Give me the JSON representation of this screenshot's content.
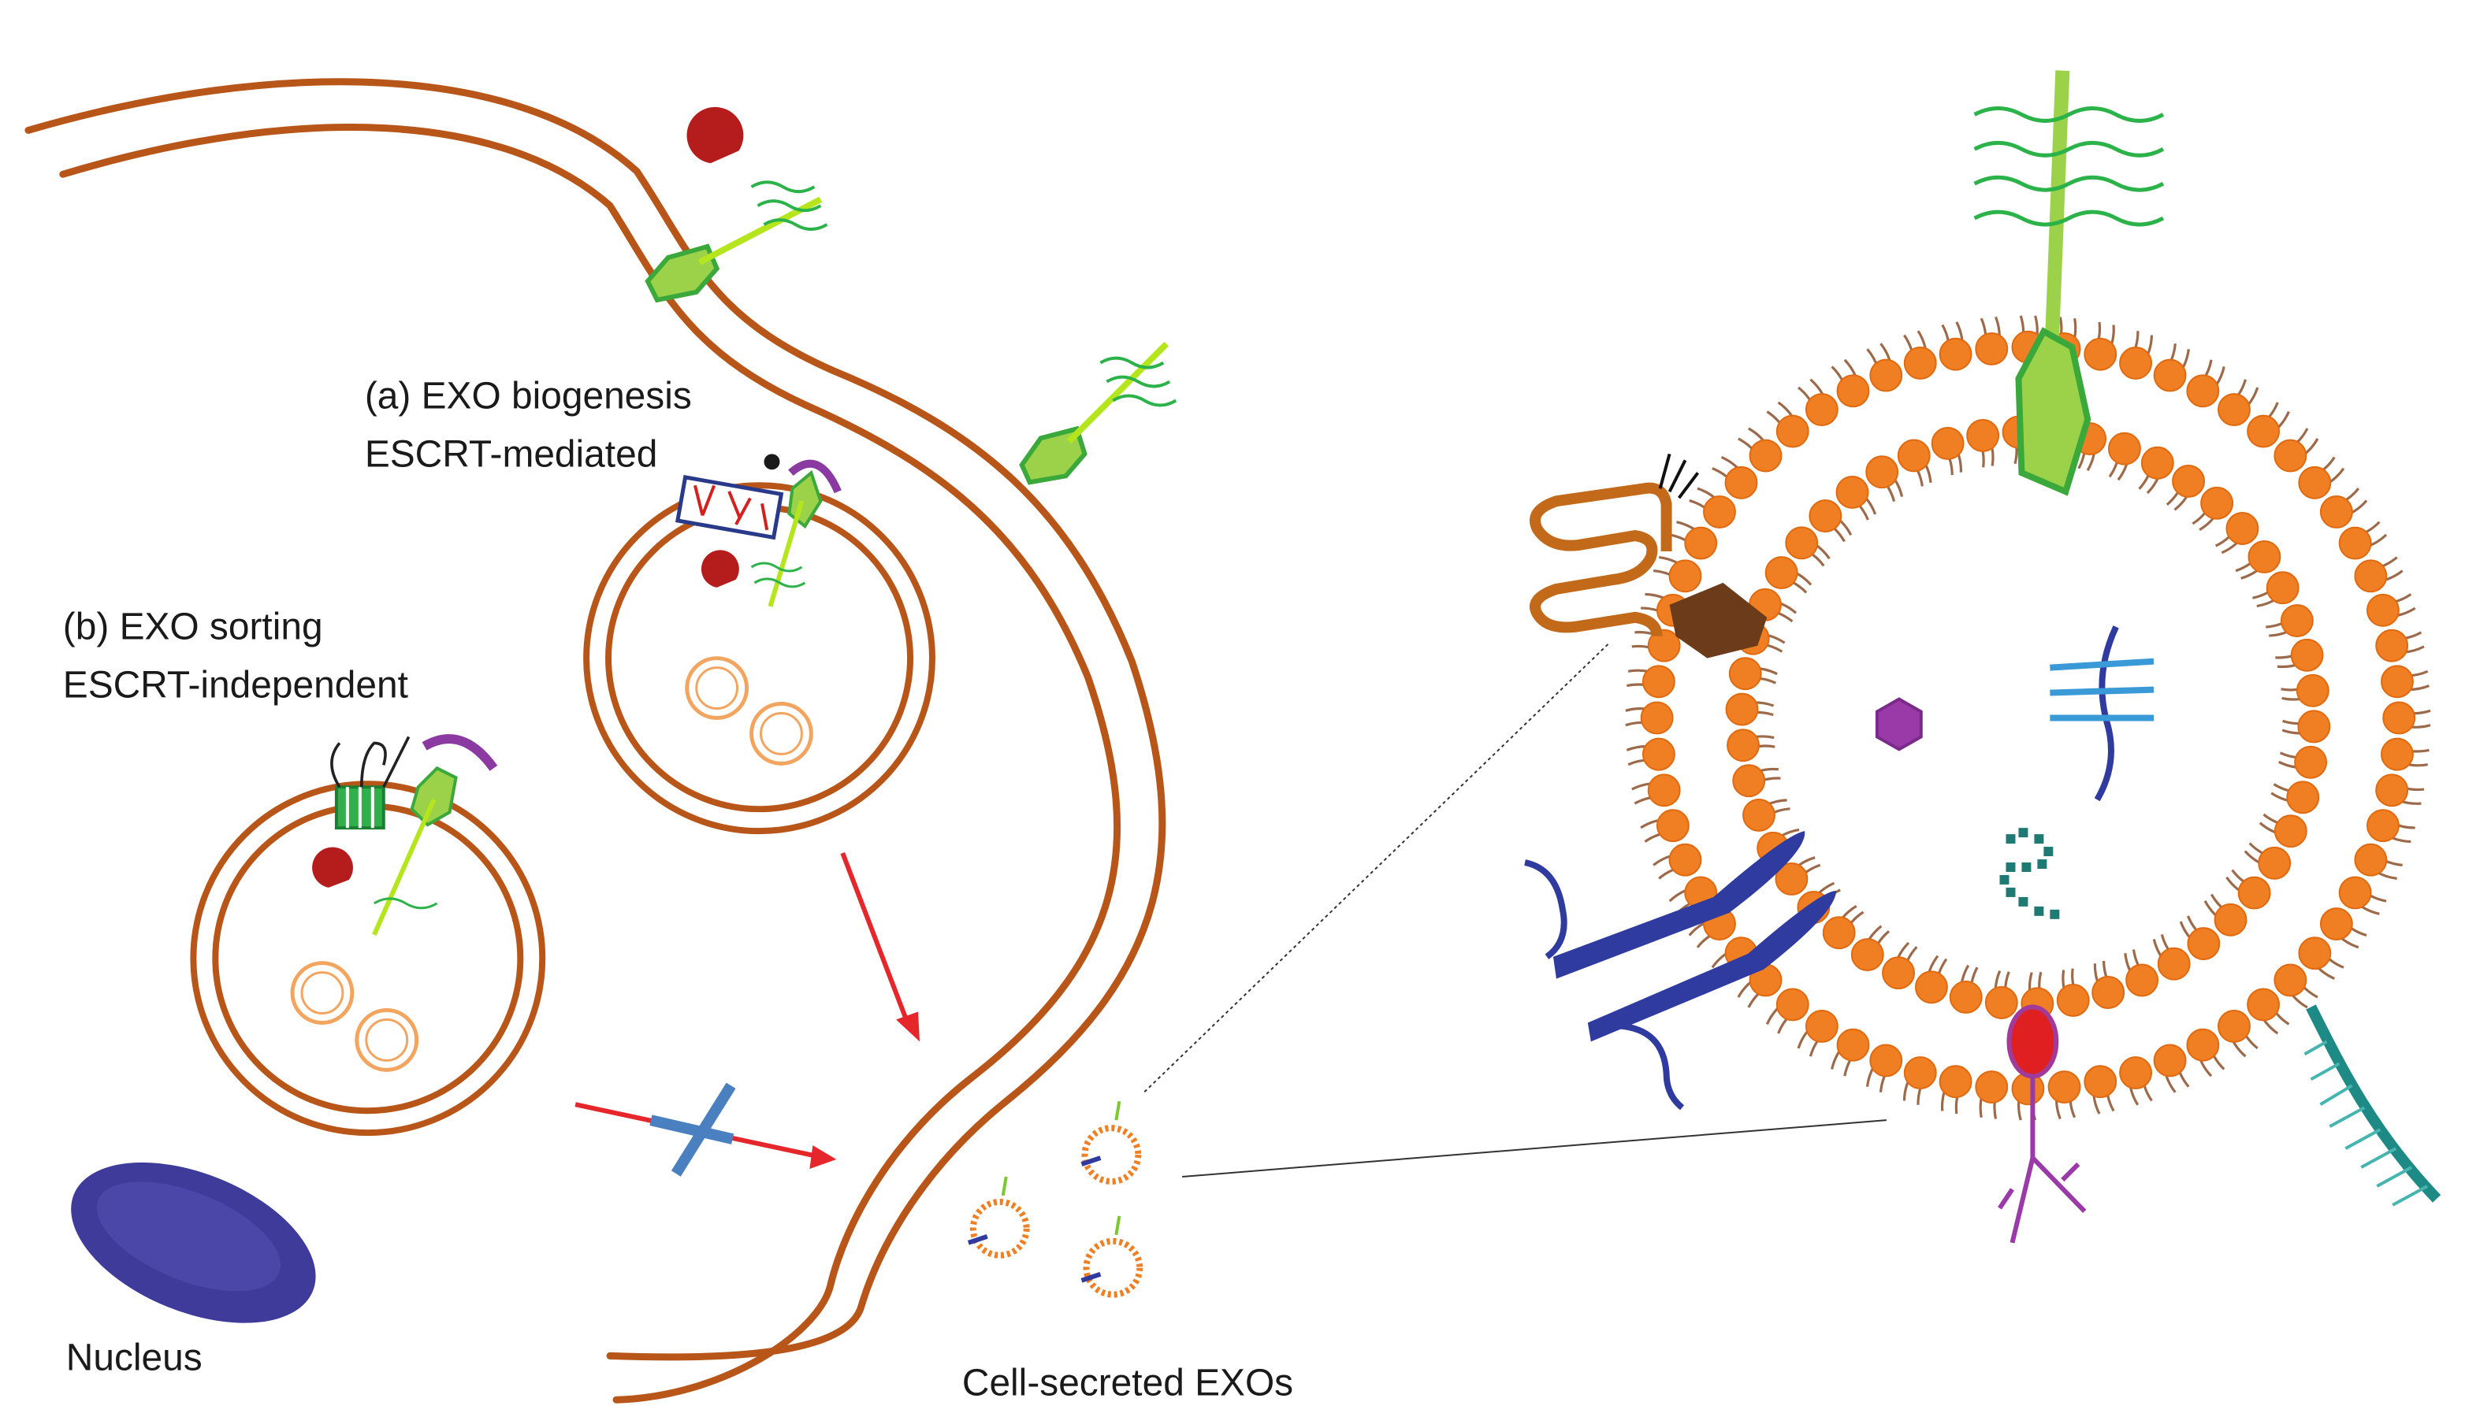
{
  "labels": {
    "biogenesis_line1": "(a) EXO biogenesis",
    "biogenesis_line2": "ESCRT-mediated",
    "sorting_line1": "(b) EXO sorting",
    "sorting_line2": "ESCRT-independent",
    "nucleus": "Nucleus",
    "secreted": "Cell-secreted EXOs"
  },
  "colors": {
    "membrane": "#b8561a",
    "lipid_head": "#f07e22",
    "lipid_tail": "#9c6a4a",
    "tetraspanin_green": "#7dc832",
    "receptor_line": "#b5e61d",
    "arrow_red": "#e5262b",
    "cross_blue": "#4a7fc0",
    "nucleus_purple": "#3e3b9a",
    "integrin_blue": "#2f3b9e",
    "teal": "#1e8a86",
    "purple": "#8a3aa0",
    "red_protein": "#d1221f",
    "brown_protein": "#6b3b1a"
  }
}
